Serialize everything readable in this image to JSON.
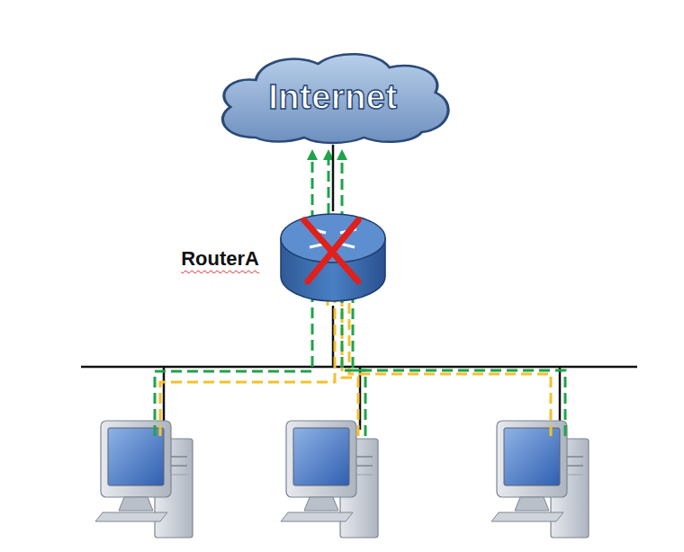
{
  "diagram": {
    "nodes": [
      {
        "text": [
          "Internet"
        ]
      },
      {
        "text": [
          "RouterA"
        ]
      }
    ],
    "edges": [
      {
        "from": 1,
        "to": 0,
        "arrow": "none"
      }
    ]
  }
}
